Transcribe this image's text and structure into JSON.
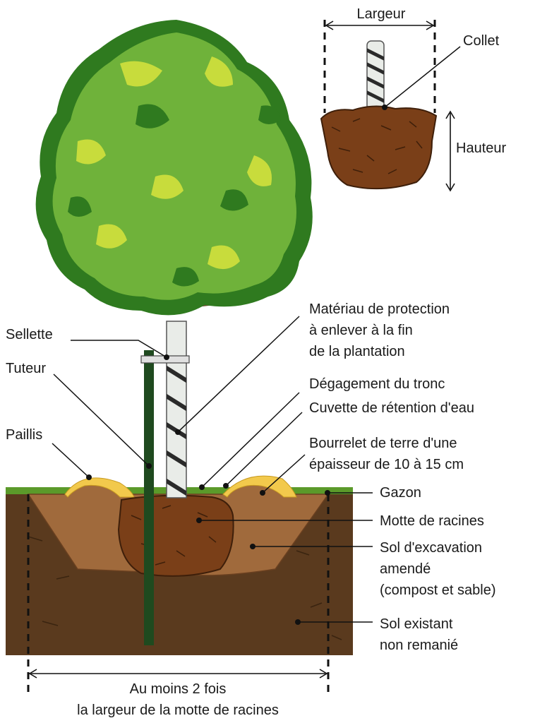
{
  "labels": {
    "largeur": "Largeur",
    "collet": "Collet",
    "hauteur": "Hauteur",
    "materiau": [
      "Matériau de protection",
      "à enlever à la fin",
      "de la plantation"
    ],
    "sellette": "Sellette",
    "tuteur": "Tuteur",
    "degagement": "Dégagement du tronc",
    "cuvette": "Cuvette de rétention d'eau",
    "paillis": "Paillis",
    "bourrelet": [
      "Bourrelet de terre d'une",
      "épaisseur de 10 à 15 cm"
    ],
    "gazon": "Gazon",
    "motte": "Motte de racines",
    "sol_excavation": [
      "Sol d'excavation",
      "amendé",
      "(compost et sable)"
    ],
    "sol_existant": [
      "Sol existant",
      "non remanié"
    ],
    "largeur_trou": [
      "Au moins 2 fois",
      "la largeur de la motte de racines"
    ]
  },
  "colors": {
    "foliage_dark": "#2f7a1f",
    "foliage_mid": "#6fb23a",
    "foliage_light": "#c8dc3c",
    "soil_existing": "#5a3a1e",
    "soil_amended": "#a06a3c",
    "rootball": "#7a3f18",
    "mulch": "#f2c94c",
    "grass": "#5b9a2a",
    "stake": "#1f4a1f",
    "trunk_wrap": "#e9ece8"
  }
}
